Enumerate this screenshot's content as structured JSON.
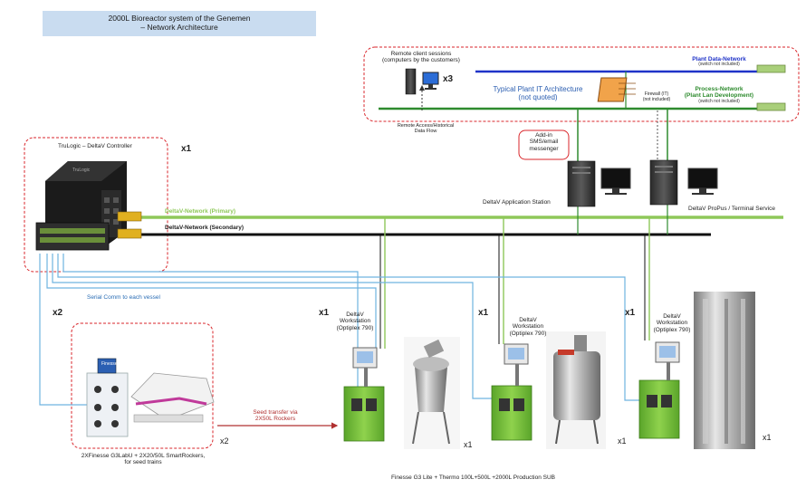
{
  "title": {
    "line1": "2000L Bioreactor system of the Genemen",
    "line2": "– Network Architecture"
  },
  "remote": {
    "sessions_line1": "Remote client sessions",
    "sessions_line2": "(computers by the customers)",
    "count": "x3",
    "typical_line1": "Typical Plant IT Architecture",
    "typical_line2": "(not quoted)",
    "firewall_line1": "Firewall (IT)",
    "firewall_line2": "(not included)",
    "access_line1": "Remote Access/Historical",
    "access_line2": "Data Flow"
  },
  "networks": {
    "plant_data": "Plant Data-Network",
    "plant_data_note": "(switch not included)",
    "process": "Process-Network",
    "process_sub": "(Plant Lan Development)",
    "process_note": "(switch not included)",
    "deltav_primary": "DeltaV-Network   (Primary)",
    "deltav_secondary": "DeltaV-Network   (Secondary)"
  },
  "controller": {
    "label": "TruLogic – DeltaV Controller",
    "count": "x1",
    "brand": "TruLogic"
  },
  "addin": {
    "line1": "Add-in",
    "line2": "SMS/email",
    "line3": "messenger"
  },
  "stations": {
    "application": "DeltaV Application Station",
    "propus": "DeltaV ProPus / Terminal Service"
  },
  "serial_comm": "Serial Comm to each vessel",
  "workstations": [
    {
      "count": "x1",
      "line1": "DeltaV",
      "line2": "Workstation",
      "line3": "(Optiplex 790)",
      "vessel_count": "x1"
    },
    {
      "count": "x1",
      "line1": "DeltaV",
      "line2": "Workstation",
      "line3": "(Optiplex 790)",
      "vessel_count": "x1"
    },
    {
      "count": "x1",
      "line1": "DeltaV",
      "line2": "Workstation",
      "line3": "(Optiplex 790)",
      "vessel_count": "x1"
    }
  ],
  "seed": {
    "count_left": "x2",
    "count_right": "x2",
    "caption_line1": "2XFinesse G3LabU + 2X20/50L SmartRockers,",
    "caption_line2": "for seed trains",
    "transfer_line1": "Seed transfer via",
    "transfer_line2": "2X50L Rockers",
    "device_label": "Finesse"
  },
  "bottom_caption": "Finesse G3 Lite + Thermo 100L+500L +2000L Production SUB",
  "colors": {
    "title_bg": "#c9dcf0",
    "plant_data_line": "#1f33c8",
    "process_line": "#2e8b2e",
    "deltav_primary": "#8fc85a",
    "deltav_secondary": "#111111",
    "dashed_border": "#d9262b",
    "serial_line": "#6fb3e0",
    "seed_arrow": "#b03030",
    "workstation_green": "#7cc43a"
  }
}
